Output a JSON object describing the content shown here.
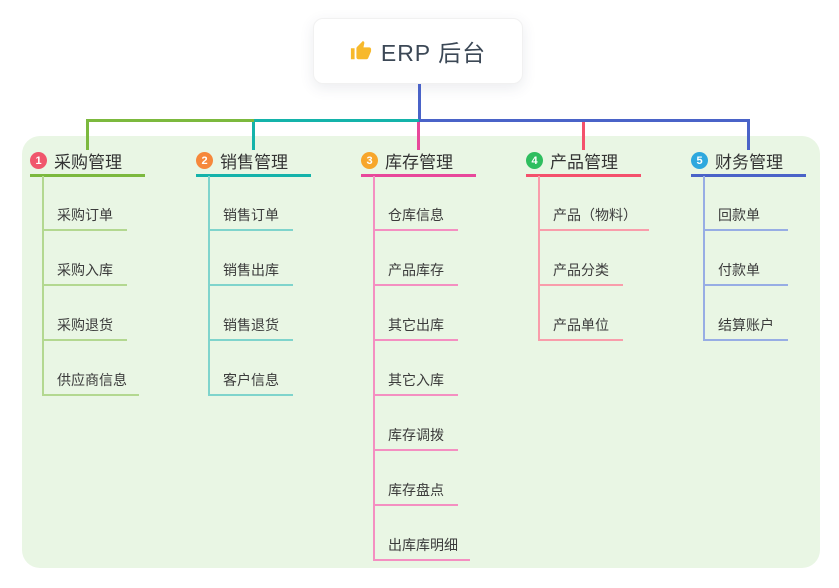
{
  "root": {
    "title": "ERP 后台",
    "icon": "thumbs-up-icon",
    "icon_color": "#f7b92c",
    "text_color": "#3c4856"
  },
  "canvas": {
    "background": "#ffffff",
    "panel_background": "#e9f6e4"
  },
  "connector": {
    "root_line_color": "#4a63c8"
  },
  "branches": [
    {
      "badge": "1",
      "badge_color": "#f0566c",
      "label": "采购管理",
      "line_color": "#7cb93e",
      "child_line_color": "#b3d890",
      "children": [
        "采购订单",
        "采购入库",
        "采购退货",
        "供应商信息"
      ]
    },
    {
      "badge": "2",
      "badge_color": "#f6883b",
      "label": "销售管理",
      "line_color": "#14b3aa",
      "child_line_color": "#7fd4cc",
      "children": [
        "销售订单",
        "销售出库",
        "销售退货",
        "客户信息"
      ]
    },
    {
      "badge": "3",
      "badge_color": "#f7a62b",
      "label": "库存管理",
      "line_color": "#e8489b",
      "child_line_color": "#f48fc1",
      "children": [
        "仓库信息",
        "产品库存",
        "其它出库",
        "其它入库",
        "库存调拨",
        "库存盘点",
        "出库库明细"
      ]
    },
    {
      "badge": "4",
      "badge_color": "#2fbe5f",
      "label": "产品管理",
      "line_color": "#f4516c",
      "child_line_color": "#f99dab",
      "children": [
        "产品（物料）",
        "产品分类",
        "产品单位"
      ]
    },
    {
      "badge": "5",
      "badge_color": "#2ea8de",
      "label": "财务管理",
      "line_color": "#4a63c8",
      "child_line_color": "#97ade4",
      "children": [
        "回款单",
        "付款单",
        "结算账户"
      ]
    }
  ]
}
